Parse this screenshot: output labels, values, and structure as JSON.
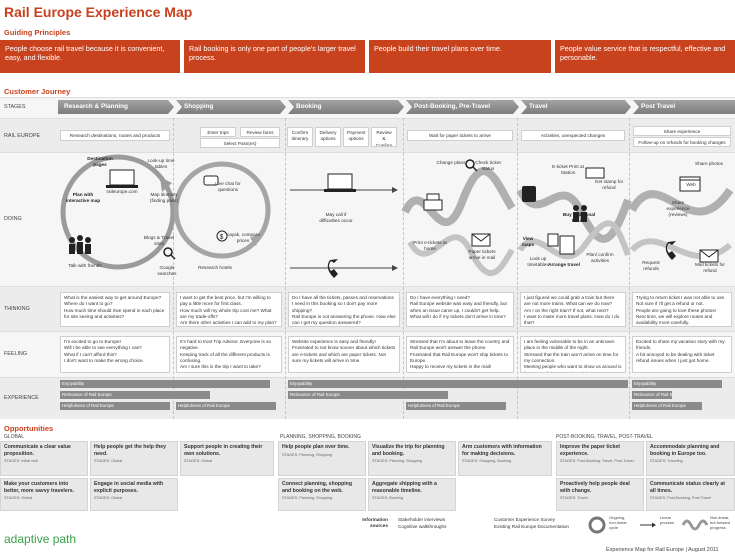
{
  "title": "Rail Europe Experience Map",
  "guiding_principles": {
    "heading": "Guiding Principles",
    "items": [
      "People choose rail travel because it is convenient, easy, and flexible.",
      "Rail booking is only one part of people's larger travel process.",
      "People build their travel plans over time.",
      "People value service that is respectful, effective and personable."
    ]
  },
  "customer_journey": {
    "heading": "Customer Journey"
  },
  "row_labels": {
    "stages": "STAGES",
    "rail_europe": "RAIL EUROPE",
    "doing": "DOING",
    "thinking": "THINKING",
    "feeling": "FEELING",
    "experience": "EXPERIENCE"
  },
  "stages": [
    "Research & Planning",
    "Shopping",
    "Booking",
    "Post-Booking, Pre-Travel",
    "Travel",
    "Post Travel"
  ],
  "rail_europe": {
    "research": "Research destinations, routes and products",
    "enter_trips": "Enter trips",
    "review_fares": "Review fares",
    "select_passes": "Select Pass(es)",
    "confirm_itinerary": "Confirm itinerary",
    "delivery_options": "Delivery options",
    "payment_options": "Payment options",
    "review_confirm": "Review & Confirm",
    "wait": "Wait for paper tickets to arrive",
    "activities": "Activities, unexpected changes",
    "share_experience": "Share experience",
    "follow_up": "Follow-up on refunds for booking changes"
  },
  "doing": {
    "destination_pages": "Destination pages",
    "look_up_time_tables": "Look-up time tables",
    "raileurope": "raileurope.com",
    "plan_with_map": "Plan with interactive map",
    "map_itinerary": "Map itinerary (finding pass)",
    "live_chat": "Live chat for questions",
    "blogs": "Blogs & Travel sites",
    "kayak": "Kayak, compare prices",
    "talk_friends": "Talk with friends",
    "google": "Google searches",
    "research_hotels": "Research hotels",
    "may_call": "May call if difficulties occur",
    "change_plans": "Change plans",
    "check_status": "Check ticket status",
    "print_tickets": "Print e-tickets at home",
    "paper_tickets": "Paper tickets arrive in mail",
    "eticket_print": "E-ticket Print at Station",
    "get_stamp": "Get stamp for refund",
    "buy_additional": "Buy additional tickets",
    "view_maps": "View maps",
    "look_up_timetables": "Look up timetables",
    "arrange_travel": "Arrange travel",
    "plan_confirm": "Plan/ confirm activities",
    "share_photos": "Share photos",
    "web": "Web",
    "share_review": "Share experience (reviews)",
    "request_refunds": "Request refunds",
    "mail_tickets": "Mail tickets for refund"
  },
  "thinking": [
    [
      "What is the easiest way to get around Europe?",
      "Where do I want to go?",
      "How much time should I/we spend in each place for site seeing and activities?"
    ],
    [
      "I want to get the best price, but I'm willing to pay a little more for first class.",
      "How much will my whole trip cost me? What are my trade-offs?",
      "Are there other activities I can add to my plan?"
    ],
    [
      "Do I have all the tickets, passes and reservations I need in this booking so I don't pay more shipping?",
      "Rail Europe is not answering the phone. How else can I get my question answered?"
    ],
    [
      "Do I have everything I need?",
      "Rail Europe website was easy and friendly, but when an issue came up, I couldn't get help.",
      "What will I do if my tickets don't arrive in time?"
    ],
    [
      "I just figured we could grab a train but there are not more trains. What can we do now?",
      "Am I on the right train? If not, what next?",
      "I want to make more travel plans. How do I do that?"
    ],
    [
      "Trying to return ticket I was not able to use. Not sure if I'll get a refund or not.",
      "People are going to love these photos!",
      "Next time, we will explore routes and availability more carefully."
    ]
  ],
  "feeling": [
    [
      "I'm excited to go to Europe!",
      "Will I be able to see everything I can?",
      "What if I can't afford this?",
      "I don't want to make the wrong choice."
    ],
    [
      "It's hard to trust Trip Advisor. Everyone is so negative.",
      "Keeping track of all the different products is confusing.",
      "Am I sure this is the trip I want to take?"
    ],
    [
      "Website experience is easy and friendly!",
      "Frustrated to not know sooner about which tickets are e-tickets and which are paper tickets. Not sure my tickets will arrive in time."
    ],
    [
      "Stressed that I'm about to leave the country and Rail Europe won't answer the phone.",
      "Frustrated that Rail Europe won't ship tickets to Europe.",
      "Happy to receive my tickets in the mail!"
    ],
    [
      "I am feeling vulnerable to be in an unknown place in the middle of the night.",
      "Stressed that the train won't arrive on time for my connection.",
      "Meeting people who want to show us around is fun, serendipitous, and special."
    ],
    [
      "Excited to share my vacation story with my friends.",
      "A bit annoyed to be dealing with ticket refund issues when I just got home."
    ]
  ],
  "experience": {
    "bars": [
      "Enjoyability",
      "Relevance of Rail Europe",
      "Helpfulness of Rail Europe"
    ],
    "booking_note": "Helpfulness of Rail Europe"
  },
  "opportunities": {
    "heading": "Opportunities",
    "group_global": "GLOBAL",
    "group_booking": "PLANNING, SHOPPING, BOOKING",
    "group_post": "POST-BOOKING, TRAVEL, POST-TRAVEL",
    "items": [
      {
        "t": "Communicate a clear value proposition.",
        "s": "STAGES: Initial visit"
      },
      {
        "t": "Help people get the help they need.",
        "s": "STAGES: Global"
      },
      {
        "t": "Support people in creating their own solutions.",
        "s": "STAGES: Global"
      },
      {
        "t": "Help people plan over time.",
        "s": "STAGES: Planning, Shopping"
      },
      {
        "t": "Visualize the trip for planning and booking.",
        "s": "STAGES: Planning, Shopping"
      },
      {
        "t": "Arm customers with information for making decisions.",
        "s": "STAGES: Shopping, Booking"
      },
      {
        "t": "Improve the paper ticket experience.",
        "s": "STAGES: Post-Booking, Travel, Post-Travel"
      },
      {
        "t": "Accommodate planning and booking in Europe too.",
        "s": "STAGES: Traveling"
      },
      {
        "t": "Make your customers into better, more savvy travelers.",
        "s": "STAGES: Global"
      },
      {
        "t": "Engage in social media with explicit purposes.",
        "s": "STAGES: Global"
      },
      {
        "t": "Connect planning, shopping and booking on the web.",
        "s": "STAGES: Planning, Shopping"
      },
      {
        "t": "Aggregate shipping with a reasonable timeline.",
        "s": "STAGES: Booking"
      },
      {
        "t": "Proactively help people deal with change.",
        "s": "STAGES: Travel"
      },
      {
        "t": "Communicate status clearly at all times.",
        "s": "STAGES: Post-Booking, Post Travel"
      }
    ]
  },
  "footer": {
    "logo": "adaptive path",
    "info_label": "Information sources",
    "sources": [
      "Stakeholder interviews",
      "Cognitive walkthroughs",
      "Customer Experience Survey",
      "Existing Rail Europe Documentation"
    ],
    "legend": [
      "Ongoing, non-linear cycle",
      "Linear process",
      "Non-linear, but forward progress"
    ],
    "credit": "Experience Map for Rail Europe | August 2011"
  },
  "colors": {
    "accent": "#c9421e",
    "stage_bar": "#8a8a8a",
    "band": "#ececec"
  }
}
